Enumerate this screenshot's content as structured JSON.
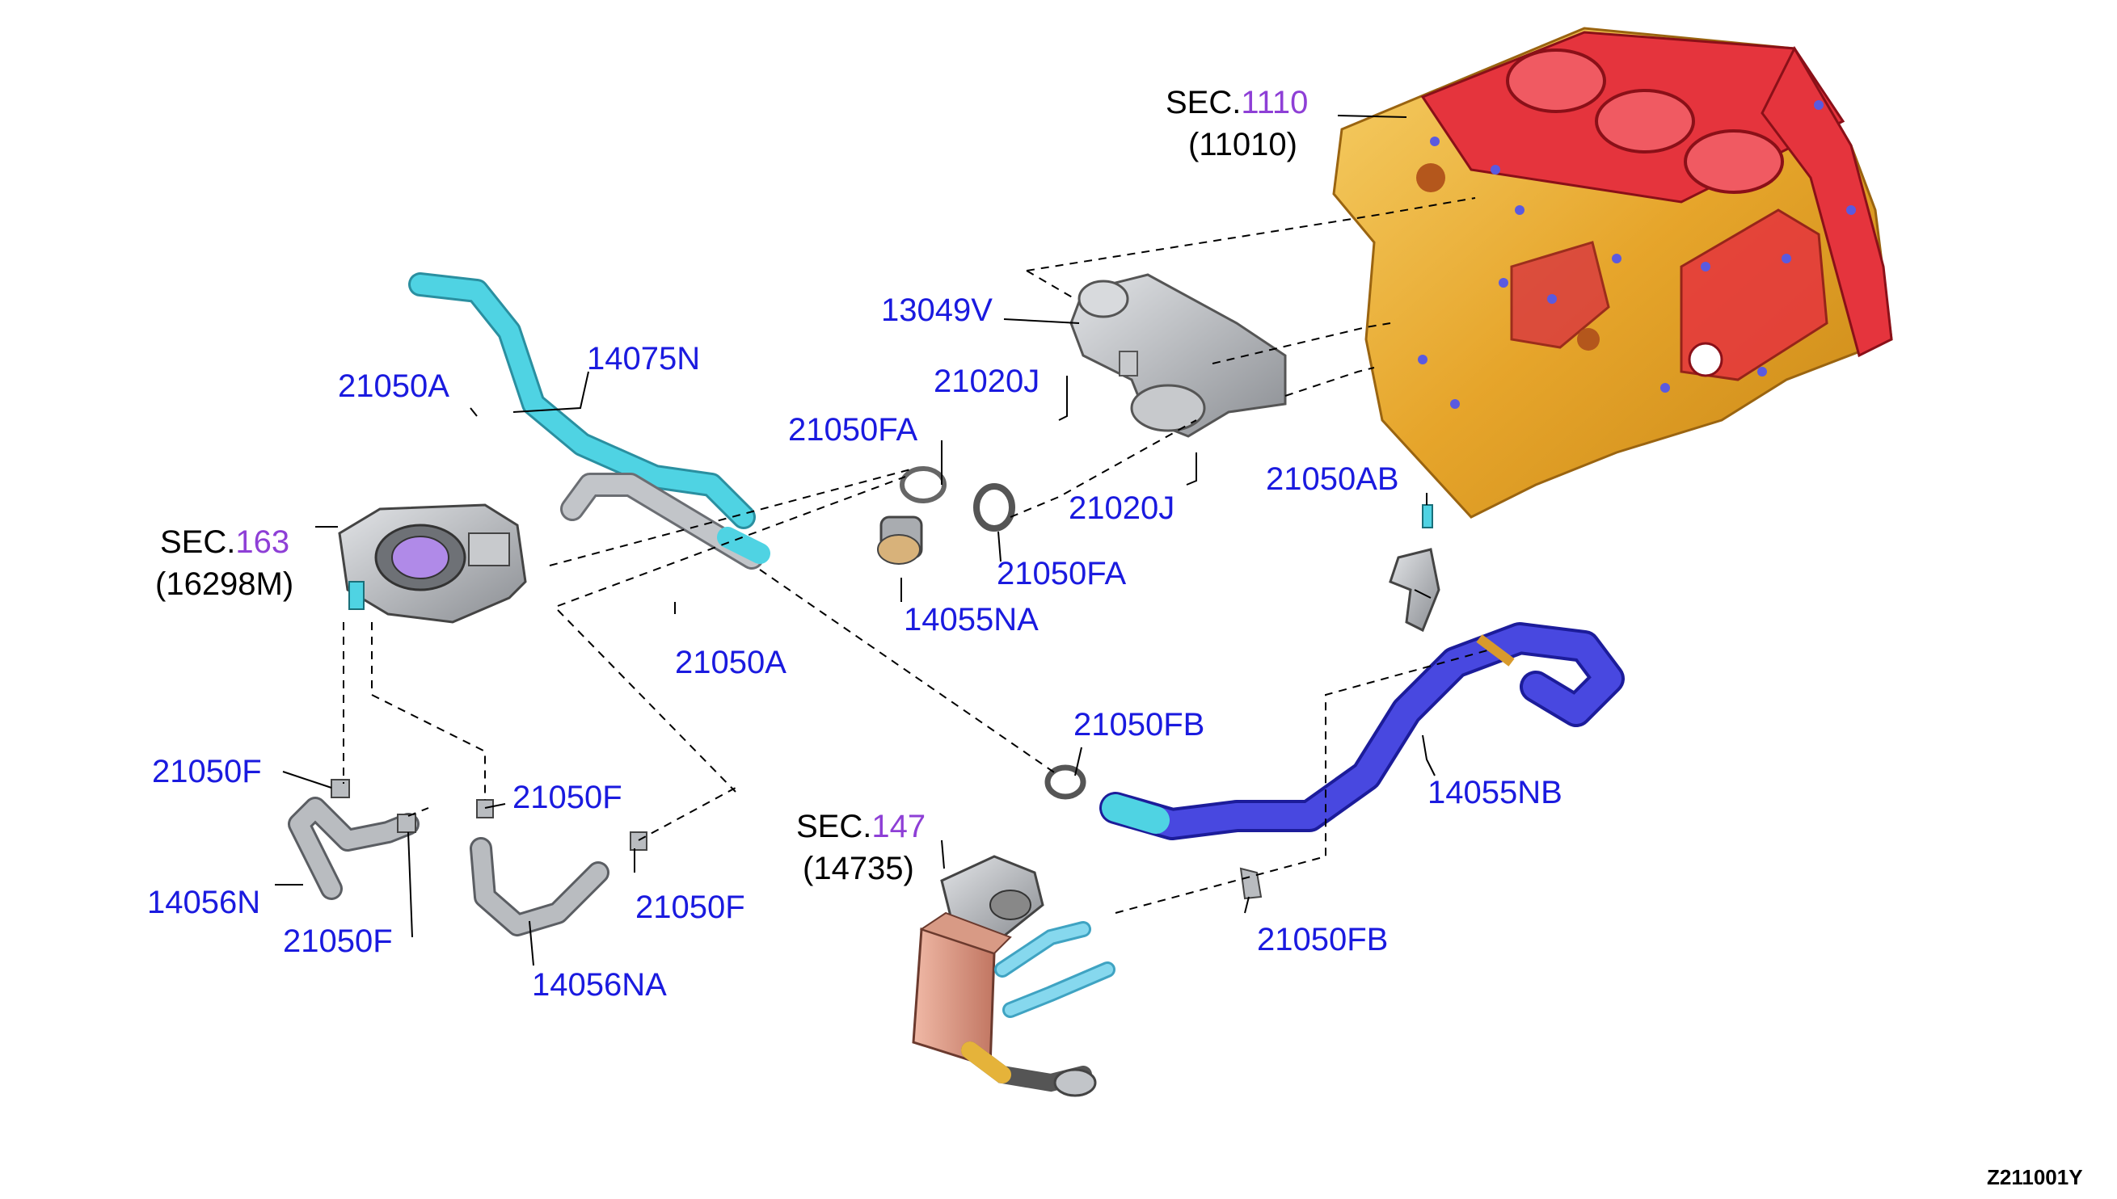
{
  "sections": {
    "block": {
      "prefix": "SEC.",
      "num": "1110",
      "sub": "(11010)"
    },
    "throttle": {
      "prefix": "SEC.",
      "num": "163",
      "sub": "(16298M)"
    },
    "egr": {
      "prefix": "SEC.",
      "num": "147",
      "sub": "(14735)"
    }
  },
  "labels": {
    "l13049V": "13049V",
    "l14075N": "14075N",
    "l21050A_top": "21050A",
    "l21020J_top": "21020J",
    "l21050FA_top": "21050FA",
    "l21020J_bot": "21020J",
    "l21050AB": "21050AB",
    "l21050FA_bot": "21050FA",
    "l14055NA": "14055NA",
    "l21050A_bot": "21050A",
    "l21050FB_top": "21050FB",
    "l14055NB": "14055NB",
    "l21050F_left": "21050F",
    "l21050F_mid": "21050F",
    "l21050F_right": "21050F",
    "l14056N": "14056N",
    "l21050F_bot": "21050F",
    "l14056NA": "14056NA",
    "l21050FB_bot": "21050FB"
  },
  "diagram_code": "Z211001Y",
  "colors": {
    "label_blue": "#1a1adf",
    "section_purple": "#8e3fd6",
    "block_gold": "#e9b13a",
    "block_red": "#e0303a",
    "hose_cyan": "#4fd3e3",
    "hose_blue": "#3a3ad6",
    "part_gray": "#b9bcc0"
  }
}
